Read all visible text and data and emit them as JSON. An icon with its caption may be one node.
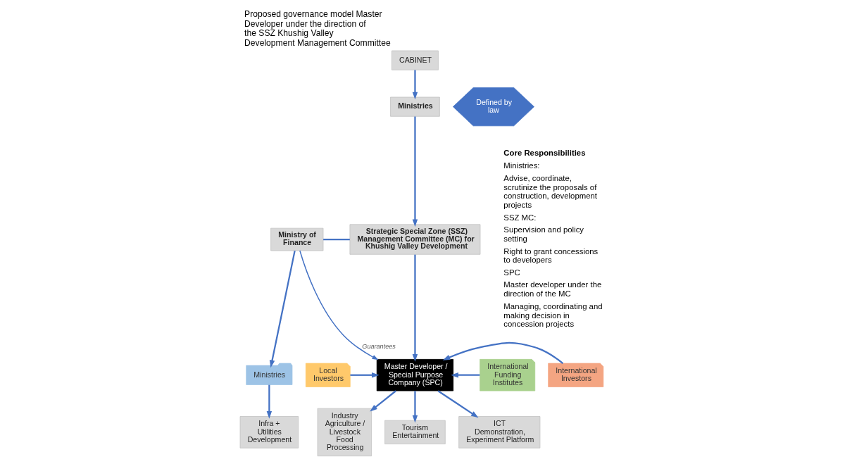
{
  "diagram": {
    "title": "Proposed governance model Master Developer under the direction of the SSZ Khushig Valley Development Management Committee",
    "nodes": [
      {
        "text": [
          "CABINET"
        ]
      },
      {
        "text": [
          "Ministries"
        ]
      },
      {
        "text": [
          "Defined by law"
        ]
      },
      {
        "text": [
          "Ministry of Finance"
        ]
      },
      {
        "text": [
          "Strategic Special Zone (SSZ) Management Committee (MC) for Khushig Valley Development"
        ]
      },
      {
        "text": [
          "Ministries"
        ]
      },
      {
        "text": [
          "Local Investors"
        ]
      },
      {
        "text": [
          "Master Developer / Special Purpose Company (SPC)"
        ]
      },
      {
        "text": [
          "International Investors"
        ]
      },
      {
        "text": [
          "International Funding Institutes"
        ]
      },
      {
        "text": [
          "Infra + Utilities Development"
        ]
      },
      {
        "text": [
          "Tourism Entertainment"
        ]
      },
      {
        "text": [
          "ICT",
          "Demonstration, Experiment Platform"
        ]
      },
      {
        "text": [
          "Industry",
          "Agriculture / Livestock",
          "Food Processing"
        ]
      }
    ],
    "edges": [
      {
        "from": 0,
        "to": 1,
        "arrow": "to"
      },
      {
        "from": 1,
        "to": 4,
        "arrow": "to"
      },
      {
        "from": 3,
        "to": 4,
        "arrow": "none"
      },
      {
        "from": 4,
        "to": 7,
        "arrow": "to"
      },
      {
        "from": 3,
        "to": 7,
        "arrow": "to",
        "label": "Guarantees"
      },
      {
        "from": 3,
        "to": 5,
        "arrow": "to"
      },
      {
        "from": 6,
        "to": 7,
        "arrow": "to"
      },
      {
        "from": 8,
        "to": 7,
        "arrow": "to"
      },
      {
        "from": 9,
        "to": 7,
        "arrow": "to"
      },
      {
        "from": 5,
        "to": 10,
        "arrow": "to"
      },
      {
        "from": 7,
        "to": 11,
        "arrow": "to"
      },
      {
        "from": 7,
        "to": 12,
        "arrow": "to"
      },
      {
        "from": 7,
        "to": 13,
        "arrow": "to"
      }
    ],
    "labels": [
      "Core Responsibilities",
      "Ministries:",
      "Advise, coordinate, scrutinize the proposals of construction, development projects",
      "SSZ MC:",
      "Supervision and policy setting",
      "Right to grant concessions to developers",
      "SPC",
      "Master developer under the direction of the MC",
      "Managing, coordinating and making decision in concession projects"
    ]
  }
}
